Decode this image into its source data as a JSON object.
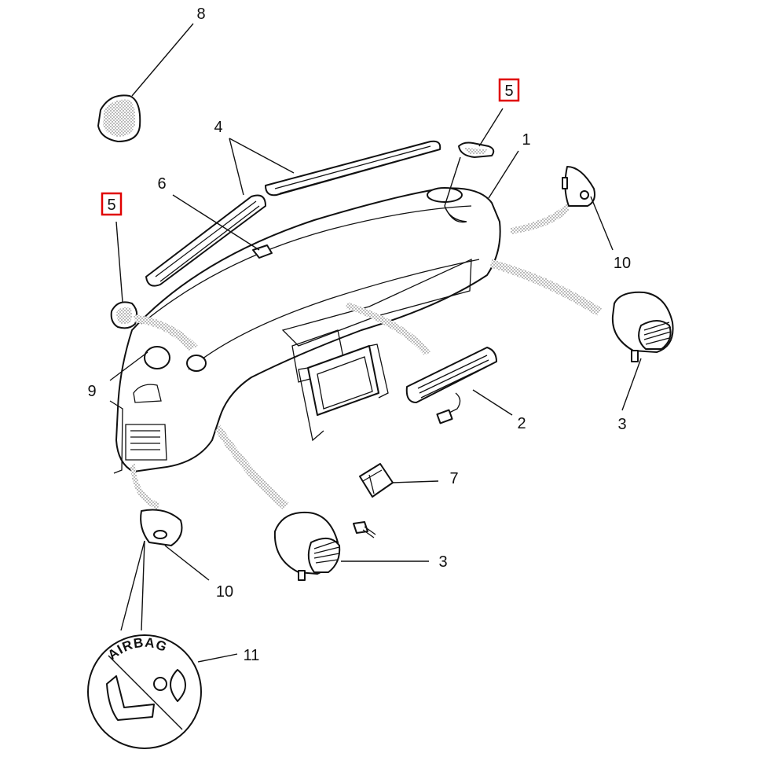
{
  "callouts": [
    {
      "id": "c8",
      "label": "8"
    },
    {
      "id": "c4",
      "label": "4"
    },
    {
      "id": "c5a",
      "label": "5",
      "highlighted": true
    },
    {
      "id": "c1",
      "label": "1"
    },
    {
      "id": "c6",
      "label": "6"
    },
    {
      "id": "c5b",
      "label": "5",
      "highlighted": true
    },
    {
      "id": "c10a",
      "label": "10"
    },
    {
      "id": "c9",
      "label": "9"
    },
    {
      "id": "c3a",
      "label": "3"
    },
    {
      "id": "c2",
      "label": "2"
    },
    {
      "id": "c7",
      "label": "7"
    },
    {
      "id": "c3b",
      "label": "3"
    },
    {
      "id": "c10b",
      "label": "10"
    },
    {
      "id": "c11",
      "label": "11"
    }
  ],
  "airbag_label": {
    "text": "AIRBAG"
  },
  "colors": {
    "line": "#111111",
    "highlight": "#e00000",
    "background": "#ffffff"
  }
}
